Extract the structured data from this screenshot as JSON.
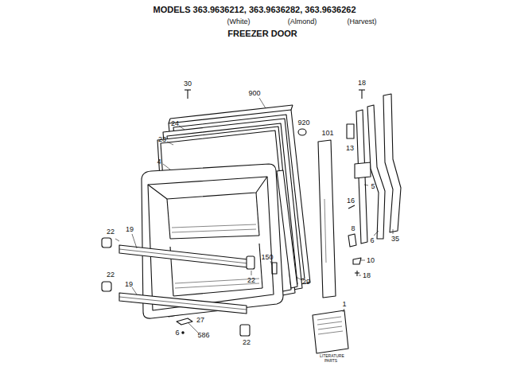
{
  "diagram": {
    "title": "MODELS 363.9636212, 363.9636282, 363.9636262",
    "labels": [
      "(White)",
      "(Almond)",
      "(Harvest)",
      "FREEZER DOOR",
      "30",
      "900",
      "920",
      "101",
      "18",
      "13",
      "5",
      "6",
      "35",
      "24",
      "23",
      "4",
      "16",
      "8",
      "10",
      "18",
      "22",
      "19",
      "150",
      "22",
      "22",
      "19",
      "29",
      "22",
      "27",
      "6",
      "586",
      "1",
      "LITERATURE PARTS"
    ]
  }
}
